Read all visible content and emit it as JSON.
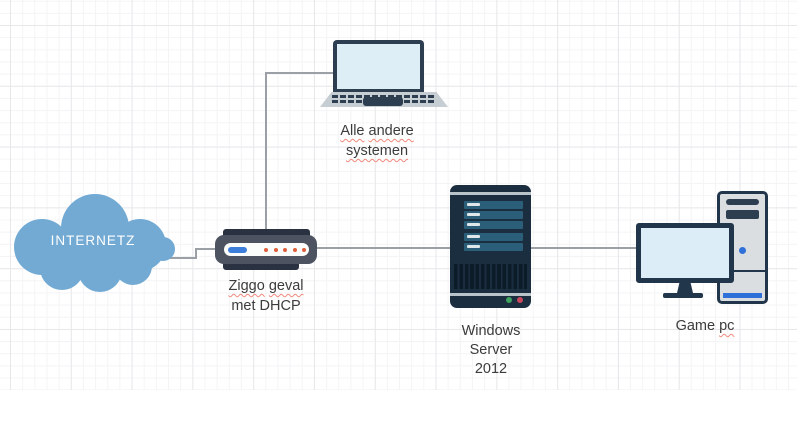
{
  "canvas": {
    "background": "#ffffff",
    "grid_minor_color": "#f4f4f6",
    "grid_major_color": "#e8e8eb"
  },
  "colors": {
    "cloud_fill": "#72aad4",
    "connector": "#9aa0a5",
    "router_body": "#4d5360",
    "router_dark_trim": "#2a3140",
    "router_led_blue": "#3c7ed9",
    "router_led_orange": "#de5f3c",
    "device_dark_navy": "#1b2e40",
    "server_bay_blue": "#2b5f79",
    "server_led_green": "#3da35f",
    "server_led_red": "#c9485b",
    "screen_fill": "#ddeef7",
    "device_outline": "#21364b",
    "pc_accent_blue": "#2f70d9",
    "label_text": "#3c3c3c",
    "misspell_underline": "#f0897c"
  },
  "nodes": {
    "internet": {
      "shape": "cloud",
      "label": "INTERNETZ"
    },
    "router": {
      "shape": "router-modem",
      "label_line1_words": [
        "Ziggo",
        "geval"
      ],
      "label_line2": "met DHCP"
    },
    "laptop": {
      "shape": "laptop",
      "label_line1_words": [
        "Alle",
        "andere"
      ],
      "label_line2_words": [
        "systemen"
      ]
    },
    "server": {
      "shape": "server-tower",
      "label_lines": [
        "Windows",
        "Server",
        "2012"
      ]
    },
    "game_pc": {
      "shape": "desktop-computer",
      "label_plain_word": "Game",
      "label_misspelled_word": "pc"
    }
  },
  "connections": [
    {
      "from": "internet",
      "to": "router"
    },
    {
      "from": "router",
      "to": "laptop"
    },
    {
      "from": "router",
      "to": "server"
    },
    {
      "from": "server",
      "to": "game_pc"
    }
  ]
}
